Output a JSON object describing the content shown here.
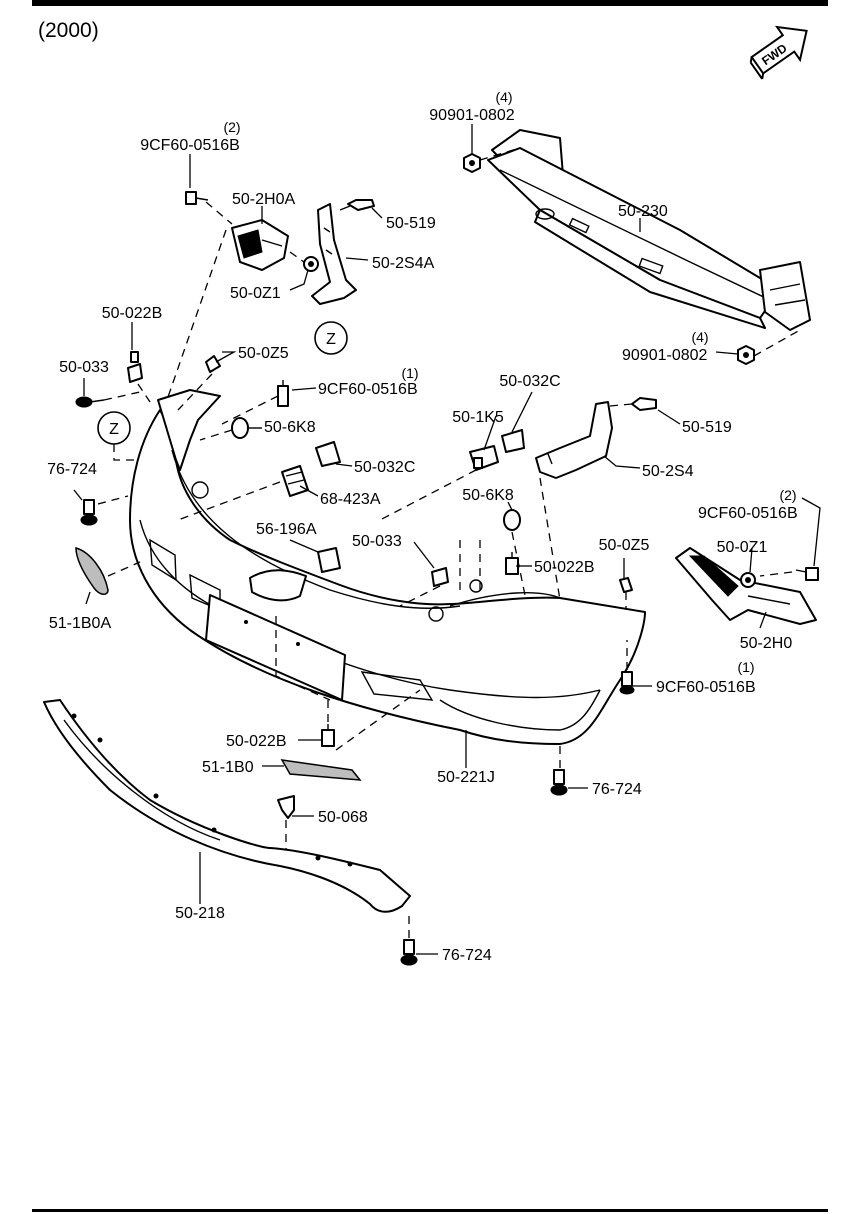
{
  "header": {
    "year": "(2000)",
    "fwd_label": "FWD"
  },
  "colors": {
    "ink": "#000000",
    "paper": "#ffffff"
  },
  "labels": {
    "nut_top_qty": "(4)",
    "nut_top": "90901-0802",
    "bolt_left_qty": "(2)",
    "bolt_left": "9CF60-0516B",
    "bracket_left": "50-2H0A",
    "stud_left": "50-519",
    "stay_left": "50-2S4A",
    "clip_left": "50-0Z1",
    "zone_left": "Z",
    "reinforcement": "50-230",
    "nut_right_qty": "(4)",
    "nut_right": "90901-0802",
    "fastener_022b_left": "50-022B",
    "fastener_033_left": "50-033",
    "fastener_0z5_left": "50-0Z5",
    "bolt_mid_qty": "(1)",
    "bolt_mid": "9CF60-0516B",
    "grommet_6k8_left": "50-6K8",
    "zone_mid": "Z",
    "nut_032c_right": "50-032C",
    "rivet_1k5": "50-1K5",
    "stud_right": "50-519",
    "nut_032c_left": "50-032C",
    "stay_right": "50-2S4",
    "pin_left": "76-724",
    "clip_423a": "68-423A",
    "grommet_6k8_mid": "50-6K8",
    "bolt_right_qty": "(2)",
    "bolt_right": "9CF60-0516B",
    "emblem": "56-196A",
    "fastener_033_mid": "50-033",
    "fastener_0z5_right": "50-0Z5",
    "clip_right": "50-0Z1",
    "fastener_022b_mid": "50-022B",
    "reflector_left": "51-1B0A",
    "bracket_right": "50-2H0",
    "bolt_lower_qty": "(1)",
    "bolt_lower": "9CF60-0516B",
    "fastener_022b_low": "50-022B",
    "reflector_right": "51-1B0",
    "bumper": "50-221J",
    "pin_mid": "76-724",
    "clip_068": "50-068",
    "skirt": "50-218",
    "pin_low": "76-724"
  }
}
